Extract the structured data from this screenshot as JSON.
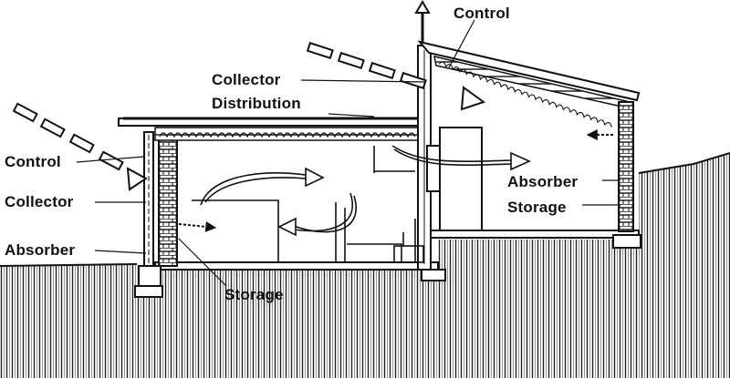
{
  "labels": {
    "control_top": "Control",
    "collector_top": "Collector",
    "distribution": "Distribution",
    "control_left": "Control",
    "collector_left": "Collector",
    "absorber_left": "Absorber",
    "storage_bottom": "Storage",
    "absorber_right": "Absorber",
    "storage_right": "Storage"
  }
}
